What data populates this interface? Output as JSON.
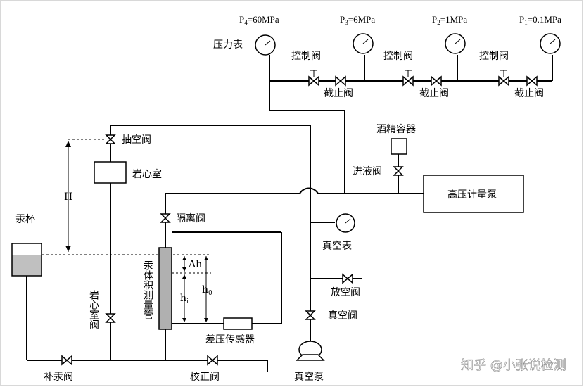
{
  "diagram": {
    "title": "汞体积测量装置示意图",
    "pressure_gauges": [
      {
        "label": "P",
        "sub": "4",
        "value": "=60MPa"
      },
      {
        "label": "P",
        "sub": "3",
        "value": "=6MPa"
      },
      {
        "label": "P",
        "sub": "2",
        "value": "=1MPa"
      },
      {
        "label": "P",
        "sub": "1",
        "value": "=0.1MPa"
      }
    ],
    "labels": {
      "pressure_gauge": "压力表",
      "control_valve": "控制阀",
      "stop_valve": "截止阀",
      "alcohol_container": "酒精容器",
      "inlet_valve": "进液阀",
      "high_pressure_pump": "高压计量泵",
      "vent_valve_top": "抽空阀",
      "core_chamber": "岩心室",
      "isolation_valve": "隔离阀",
      "height_H": "H",
      "mercury_cup": "汞杯",
      "delta_h": "Δh",
      "h0_main": "h",
      "h0_sub": "0",
      "hi_main": "h",
      "hi_sub": "i",
      "mercury_tube": "汞体积测量管",
      "core_chamber_valve": "岩心室阀",
      "diff_pressure_sensor": "差压传感器",
      "mercury_fill_valve": "补汞阀",
      "calibration_valve": "校正阀",
      "vacuum_gauge": "真空表",
      "air_release_valve": "放空阀",
      "vacuum_valve": "真空阀",
      "vacuum_pump": "真空泵"
    },
    "watermark": "知乎 @小张说检测",
    "colors": {
      "line": "#000000",
      "mercury": "#c0c0c0",
      "tube_fill": "#b0b0b0"
    }
  }
}
